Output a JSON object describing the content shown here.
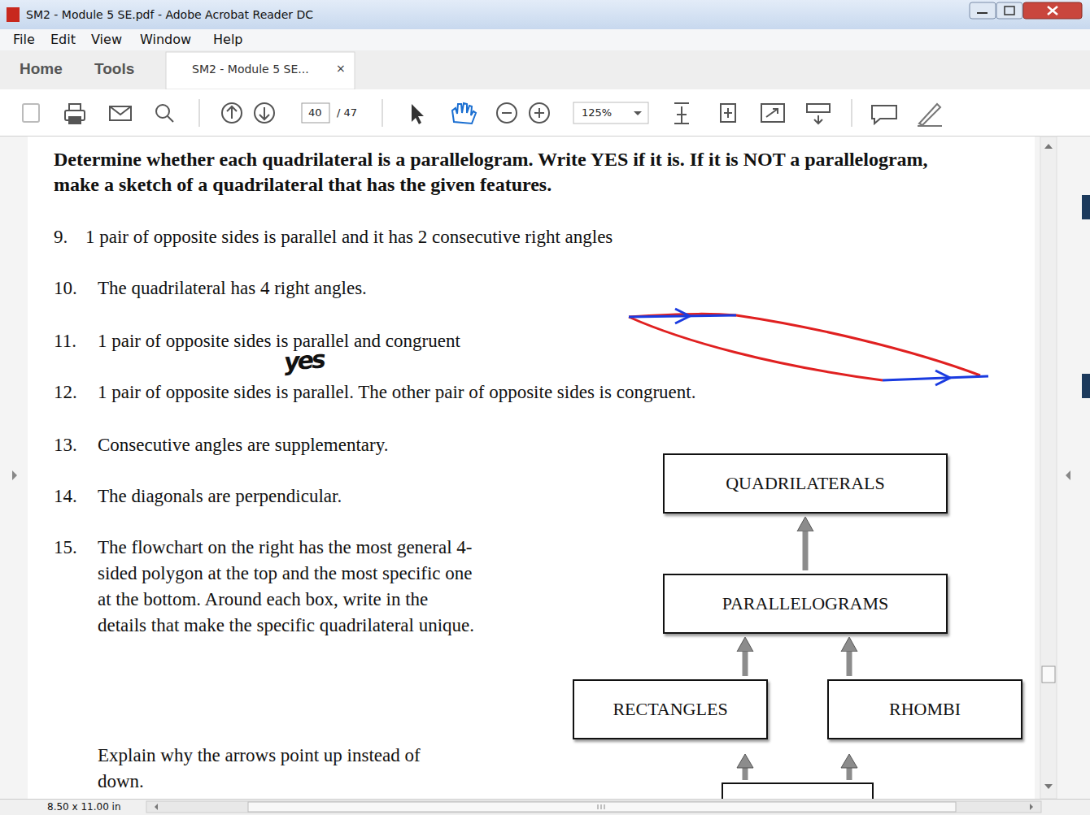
{
  "diagram": {
    "title": "Determine whether each quadrilateral is a parallelogram. Write YES if it is. If it is NOT a parallelogram, make a sketch of a quadrilateral that has the given features.",
    "nodes": [
      {
        "text": [
          "QUADRILATERALS"
        ]
      },
      {
        "text": [
          "PARALLELOGRAMS"
        ]
      },
      {
        "text": [
          "RECTANGLES"
        ]
      },
      {
        "text": [
          "RHOMBI"
        ]
      }
    ],
    "edges": [
      {
        "from": 1,
        "to": 0,
        "arrow": "to"
      },
      {
        "from": 2,
        "to": 1,
        "arrow": "to"
      },
      {
        "from": 3,
        "to": 1,
        "arrow": "to"
      }
    ],
    "labels": [
      "SM2 - Module 5 SE.pdf - Adobe Acrobat Reader DC",
      "File",
      "Edit",
      "View",
      "Window",
      "Help",
      "Home",
      "Tools",
      "SM2 - Module 5 SE...",
      "×",
      "40",
      "/ 47",
      "125%",
      "9.",
      "1 pair of opposite sides is parallel and it has 2 consecutive right angles",
      "10.",
      "The quadrilateral has 4 right angles.",
      "11.",
      "1 pair of opposite sides is parallel and congruent",
      "yes",
      "12.",
      "1 pair of opposite sides is parallel. The other pair of opposite sides is congruent.",
      "13.",
      "Consecutive angles are supplementary.",
      "14.",
      "The diagonals are perpendicular.",
      "15.",
      "The flowchart on the right has the most general 4-sided polygon at the top and the most specific one at the bottom. Around each box, write in the details that make the specific quadrilateral unique.",
      "Explain why the arrows point up instead of down.",
      "8.50 x 11.00 in"
    ]
  }
}
